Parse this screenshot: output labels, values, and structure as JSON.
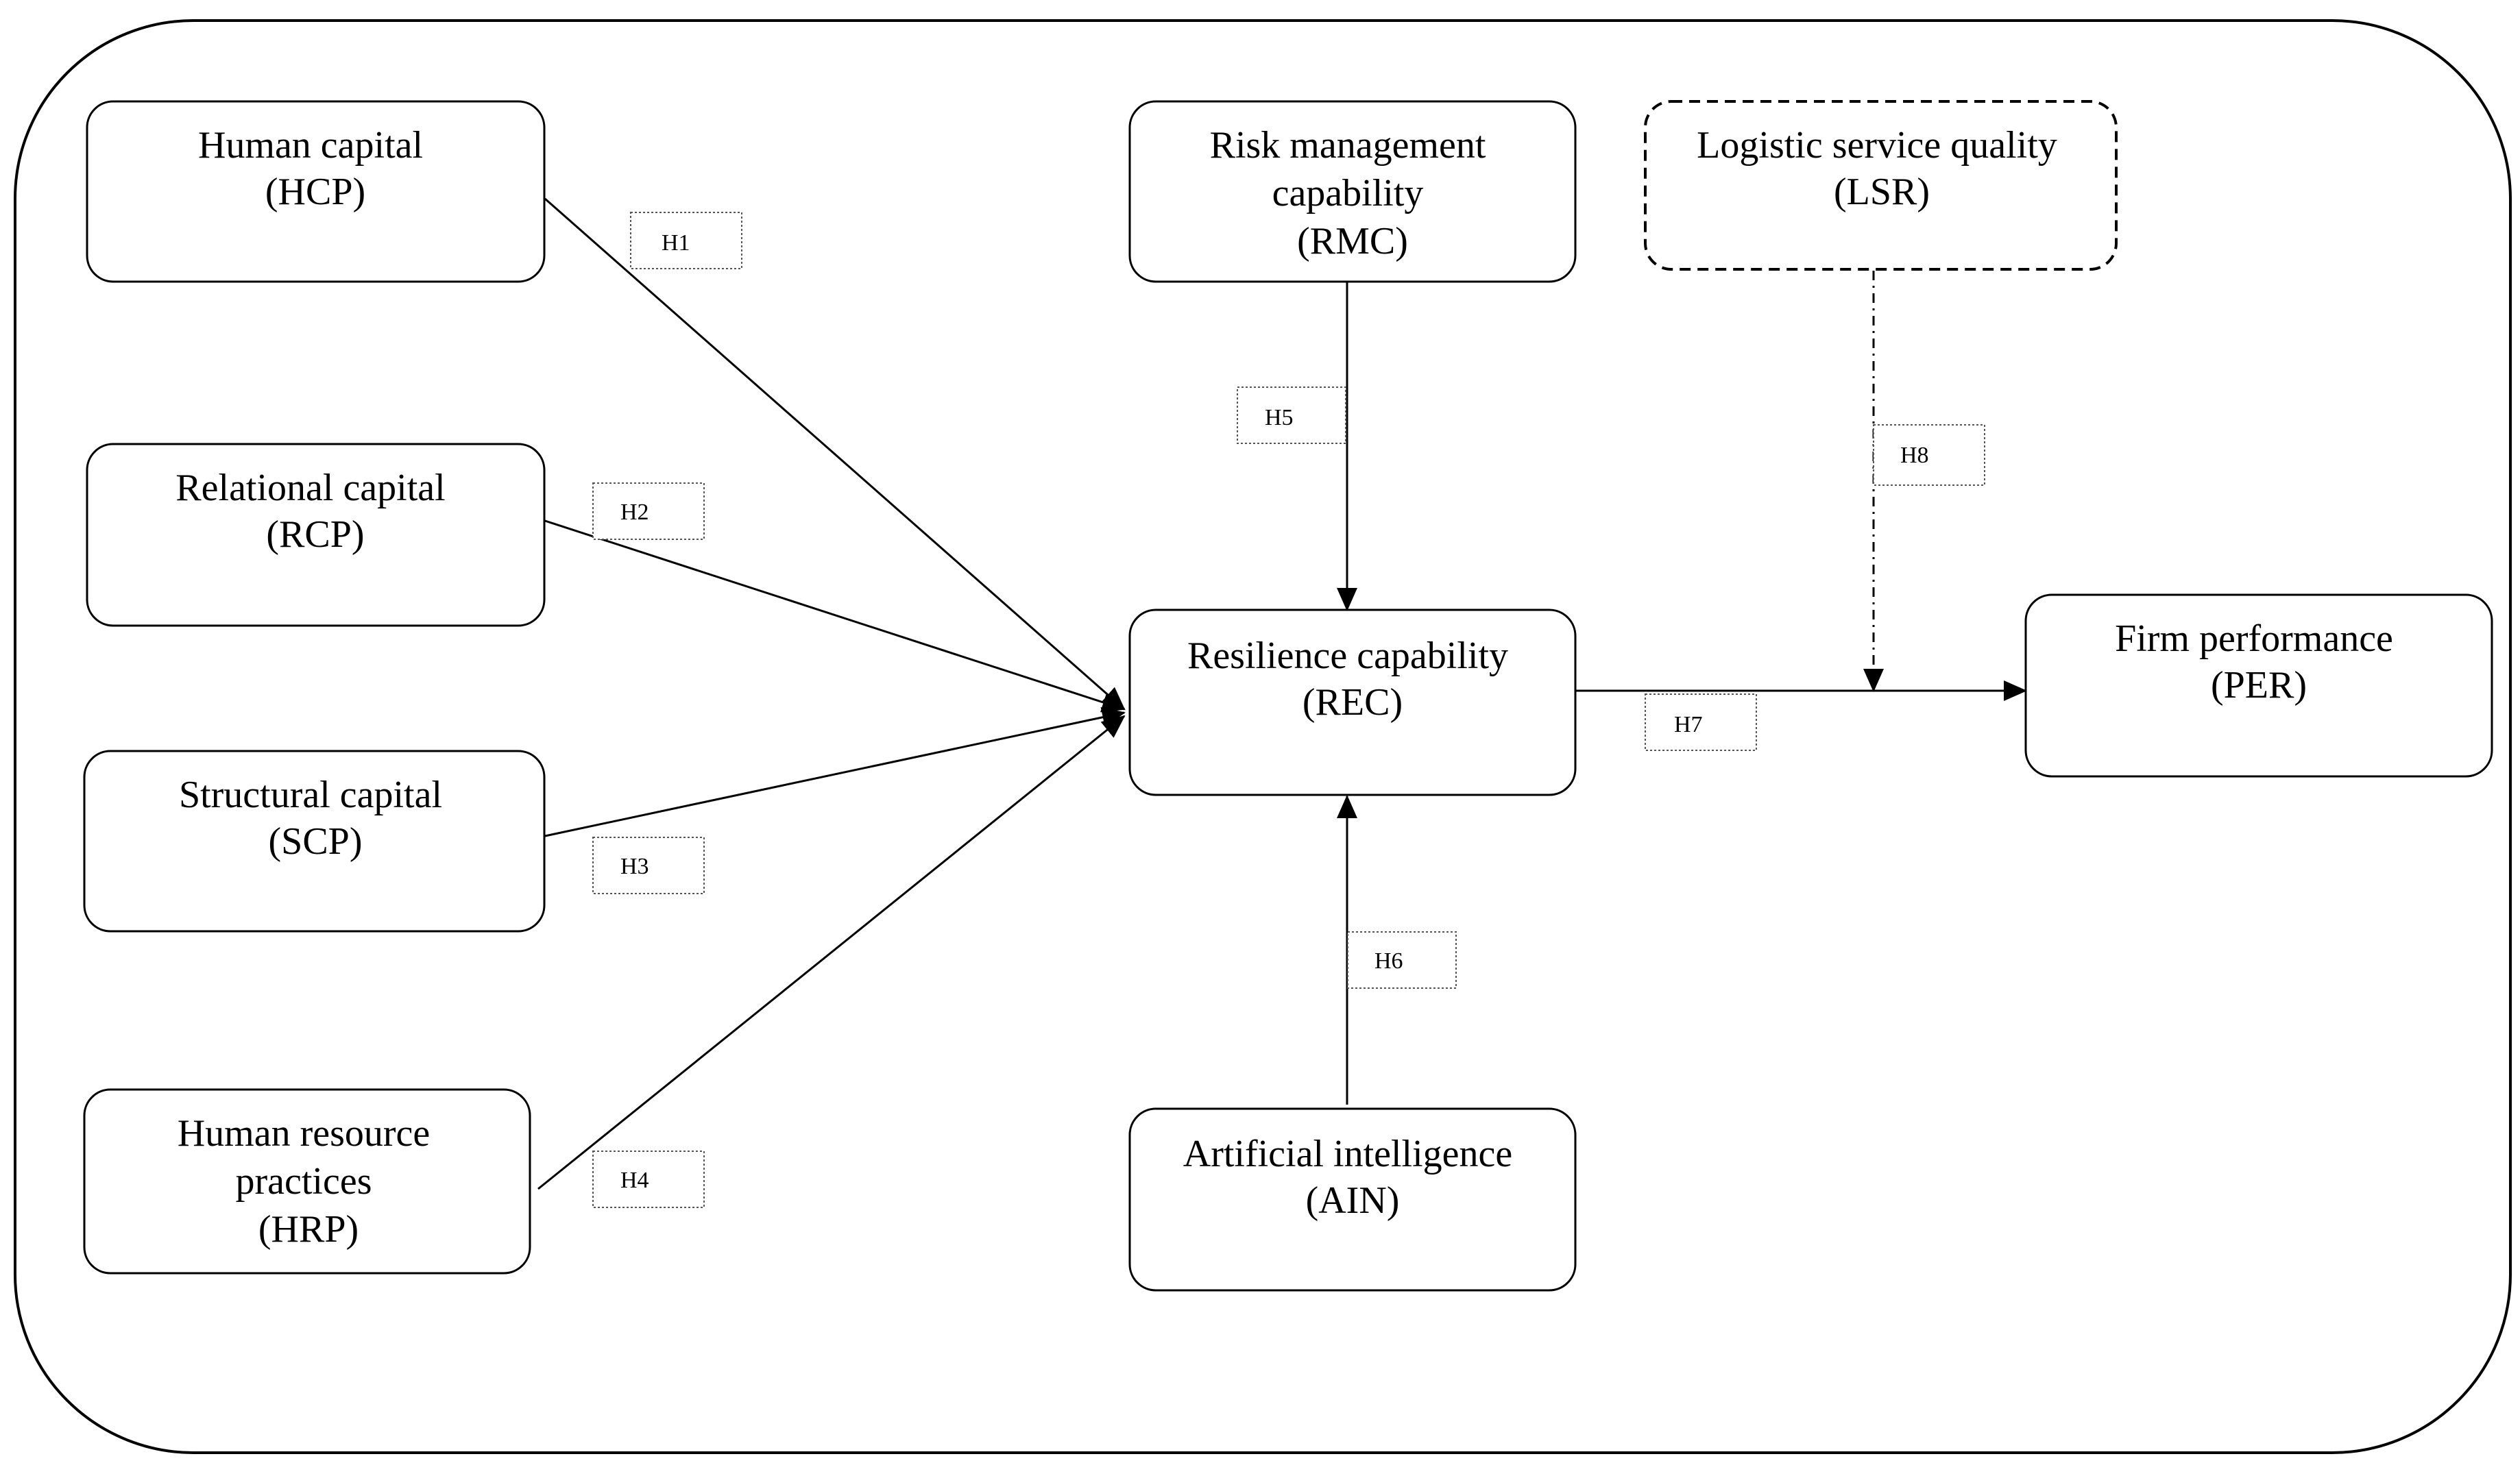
{
  "nodes": {
    "hcp": {
      "lines": [
        "Human capital",
        "(HCP)"
      ]
    },
    "rcp": {
      "lines": [
        "Relational capital",
        "(RCP)"
      ]
    },
    "scp": {
      "lines": [
        "Structural capital",
        "(SCP)"
      ]
    },
    "hrp": {
      "lines": [
        "Human resource",
        "practices",
        "(HRP)"
      ]
    },
    "rmc": {
      "lines": [
        "Risk management",
        "capability",
        "(RMC)"
      ]
    },
    "lsr": {
      "lines": [
        "Logistic service quality",
        "(LSR)"
      ]
    },
    "rec": {
      "lines": [
        "Resilience capability",
        "(REC)"
      ]
    },
    "per": {
      "lines": [
        "Firm performance",
        "(PER)"
      ]
    },
    "ain": {
      "lines": [
        "Artificial intelligence",
        "(AIN)"
      ]
    }
  },
  "hypotheses": {
    "h1": "H1",
    "h2": "H2",
    "h3": "H3",
    "h4": "H4",
    "h5": "H5",
    "h6": "H6",
    "h7": "H7",
    "h8": "H8"
  },
  "edges": [
    {
      "from": "HCP",
      "to": "REC",
      "label": "H1",
      "style": "solid"
    },
    {
      "from": "RCP",
      "to": "REC",
      "label": "H2",
      "style": "solid"
    },
    {
      "from": "SCP",
      "to": "REC",
      "label": "H3",
      "style": "solid"
    },
    {
      "from": "HRP",
      "to": "REC",
      "label": "H4",
      "style": "solid"
    },
    {
      "from": "RMC",
      "to": "REC",
      "label": "H5",
      "style": "solid"
    },
    {
      "from": "AIN",
      "to": "REC",
      "label": "H6",
      "style": "solid"
    },
    {
      "from": "REC",
      "to": "PER",
      "label": "H7",
      "style": "solid"
    },
    {
      "from": "LSR",
      "to": "REC-PER path",
      "label": "H8",
      "style": "dash-dot"
    }
  ]
}
